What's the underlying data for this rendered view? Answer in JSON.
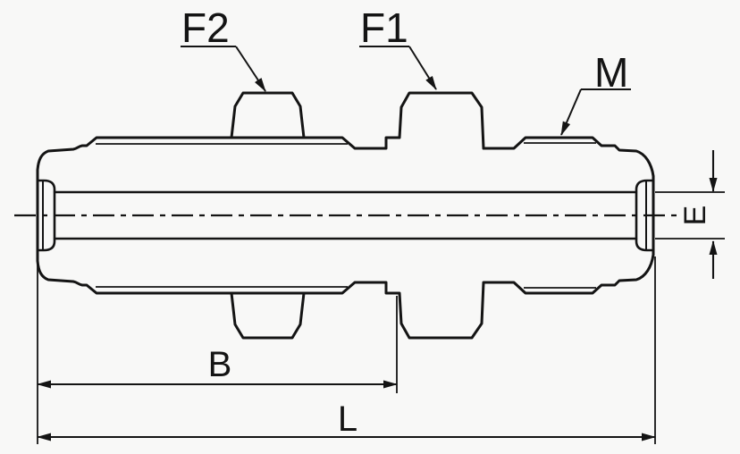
{
  "labels": {
    "f2": "F2",
    "f1": "F1",
    "m": "M",
    "e": "E",
    "b": "B",
    "l": "L"
  },
  "colors": {
    "line": "#141414",
    "background": "#f8f8f7"
  }
}
